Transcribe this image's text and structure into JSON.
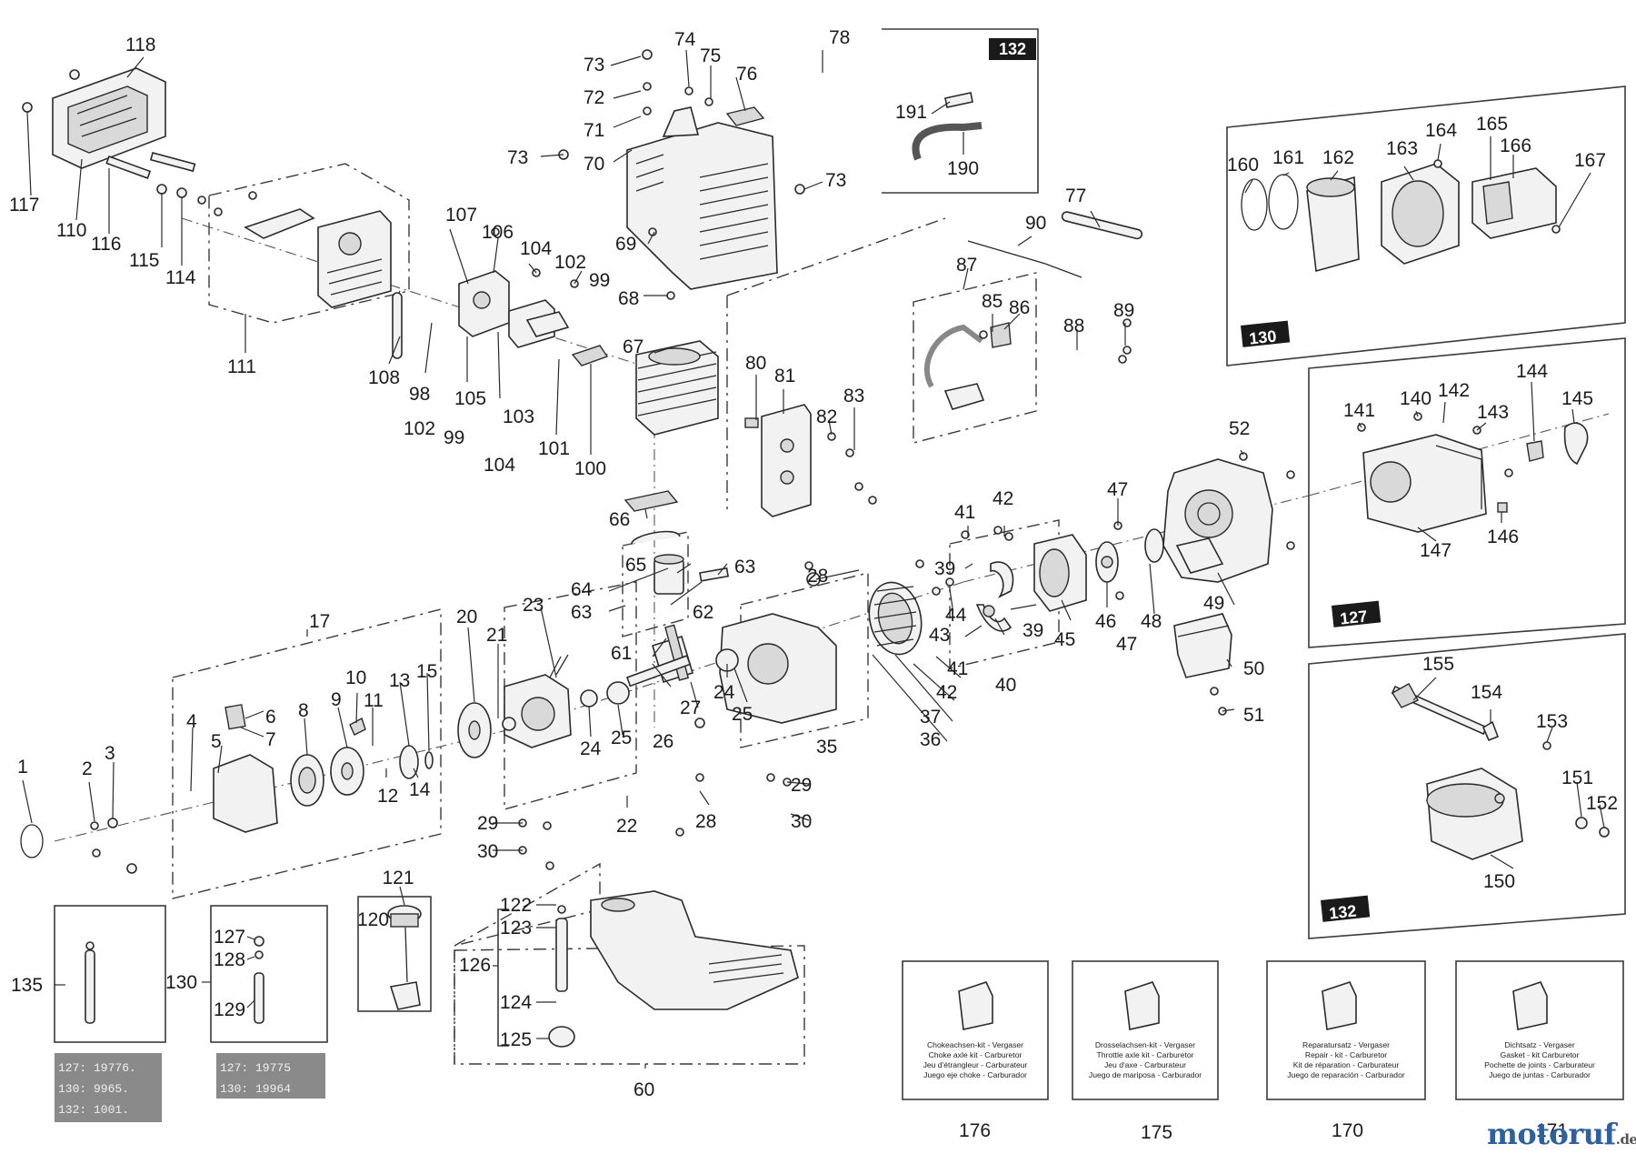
{
  "diagram": {
    "part_numbers": {
      "p1": "1",
      "p2": "2",
      "p3": "3",
      "p4": "4",
      "p5": "5",
      "p6": "6",
      "p7": "7",
      "p8": "8",
      "p9": "9",
      "p10": "10",
      "p11": "11",
      "p12": "12",
      "p13": "13",
      "p14": "14",
      "p15": "15",
      "p17": "17",
      "p20": "20",
      "p21": "21",
      "p22": "22",
      "p23": "23",
      "p24a": "24",
      "p24b": "24",
      "p25a": "25",
      "p25b": "25",
      "p26": "26",
      "p27": "27",
      "p28a": "28",
      "p28b": "28",
      "p29a": "29",
      "p29b": "29",
      "p30a": "30",
      "p30b": "30",
      "p35": "35",
      "p36": "36",
      "p37": "37",
      "p39a": "39",
      "p39b": "39",
      "p40": "40",
      "p41a": "41",
      "p41b": "41",
      "p42a": "42",
      "p42b": "42",
      "p43": "43",
      "p44": "44",
      "p45": "45",
      "p46": "46",
      "p47a": "47",
      "p47b": "47",
      "p48": "48",
      "p49": "49",
      "p50": "50",
      "p51": "51",
      "p52": "52",
      "p60": "60",
      "p61": "61",
      "p62": "62",
      "p63a": "63",
      "p63b": "63",
      "p64": "64",
      "p65": "65",
      "p66": "66",
      "p67": "67",
      "p68": "68",
      "p69": "69",
      "p70": "70",
      "p71": "71",
      "p72": "72",
      "p73a": "73",
      "p73b": "73",
      "p73c": "73",
      "p74": "74",
      "p75": "75",
      "p76": "76",
      "p77": "77",
      "p78": "78",
      "p80": "80",
      "p81": "81",
      "p82": "82",
      "p83": "83",
      "p85": "85",
      "p86": "86",
      "p87": "87",
      "p88": "88",
      "p89": "89",
      "p90": "90",
      "p98": "98",
      "p99a": "99",
      "p99b": "99",
      "p100": "100",
      "p101": "101",
      "p102a": "102",
      "p102b": "102",
      "p103": "103",
      "p104a": "104",
      "p104b": "104",
      "p105": "105",
      "p106": "106",
      "p107": "107",
      "p108": "108",
      "p110": "110",
      "p111": "111",
      "p114": "114",
      "p115": "115",
      "p116": "116",
      "p117": "117",
      "p118": "118",
      "p120": "120",
      "p121": "121",
      "p122": "122",
      "p123": "123",
      "p124": "124",
      "p125": "125",
      "p126": "126",
      "p127": "127",
      "p128": "128",
      "p129": "129",
      "p130": "130",
      "p135": "135",
      "p140": "140",
      "p141": "141",
      "p142": "142",
      "p143": "143",
      "p144": "144",
      "p145": "145",
      "p146": "146",
      "p147": "147",
      "p150": "150",
      "p151": "151",
      "p152": "152",
      "p153": "153",
      "p154": "154",
      "p155": "155",
      "p160": "160",
      "p161": "161",
      "p162": "162",
      "p163": "163",
      "p164": "164",
      "p165": "165",
      "p166": "166",
      "p167": "167",
      "p170": "170",
      "p171": "171",
      "p175": "175",
      "p176": "176",
      "p190": "190",
      "p191": "191"
    },
    "variant_tags": {
      "tag_132_top": "132",
      "tag_130": "130",
      "tag_127": "127",
      "tag_132_bottom": "132"
    },
    "kit_boxes": {
      "choke": [
        "Chokeachsen-kit - Vergaser",
        "Choke axle kit - Carburetor",
        "Jeu d'étrangleur - Carburateur",
        "Juego eje choke - Carburador"
      ],
      "throttle": [
        "Drosselachsen-kit - Vergaser",
        "Throttle axle kit - Carburetor",
        "Jeu d'axe - Carburateur",
        "Juego de mariposa - Carburador"
      ],
      "repair": [
        "Reparatursatz - Vergaser",
        "Repair - kit - Carburetor",
        "Kit de réparation - Carburateur",
        "Juego de reparación - Carburador"
      ],
      "gasket": [
        "Dichtsatz - Vergaser",
        "Gasket - kit Carburetor",
        "Pochette de joints - Carburateur",
        "Juego de juntas - Carburador"
      ]
    },
    "model_tables": {
      "left": [
        "127:      19776.",
        "130:      9965.",
        "132:      1001."
      ],
      "right": [
        "127:      19775",
        "130:      19964"
      ]
    },
    "watermark": {
      "main": "motoruf",
      "suffix": ".de"
    }
  }
}
